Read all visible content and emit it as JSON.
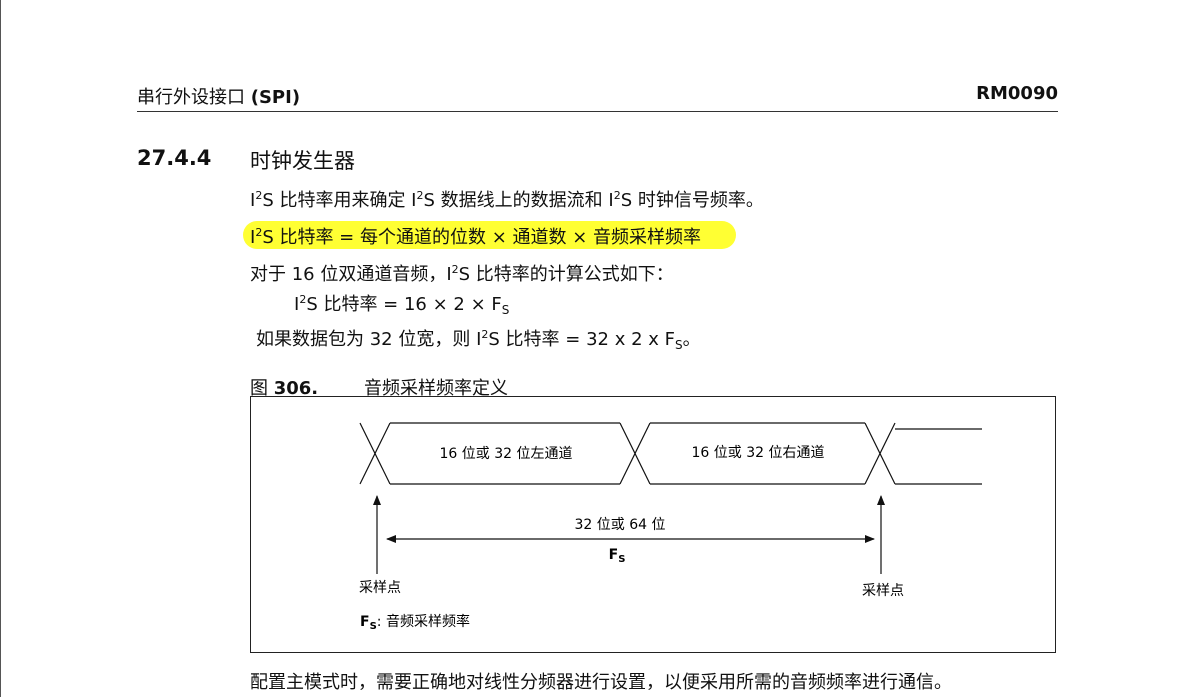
{
  "header": {
    "left_title": "串行外设接口",
    "left_abbr": "(SPI)",
    "right_doc": "RM0090"
  },
  "section": {
    "number": "27.4.4",
    "title": "时钟发生器"
  },
  "body": {
    "line1": {
      "pre": "I",
      "sup": "2",
      "post": "S 比特率用来确定 I",
      "sup2": "2",
      "post2": "S 数据线上的数据流和 I",
      "sup3": "2",
      "post3": "S 时钟信号频率。"
    },
    "line2": {
      "pre": "I",
      "sup": "2",
      "post": "S 比特率 = 每个通道的位数 × 通道数 × 音频采样频率"
    },
    "line3": {
      "pre": "对于 16 位双通道音频，I",
      "sup": "2",
      "post": "S 比特率的计算公式如下："
    },
    "line4": {
      "pre": "I",
      "sup": "2",
      "post": "S 比特率 = 16 × 2 × F",
      "sub": "S"
    },
    "line5": {
      "pre": "如果数据包为 32 位宽，则 I",
      "sup": "2",
      "post": "S 比特率 = 32 x 2 x F",
      "sub": "S",
      "tail": "。"
    },
    "last_line": "配置主模式时，需要正确地对线性分频器进行设置，以便采用所需的音频频率进行通信。"
  },
  "figure": {
    "label_prefix": "图",
    "label_number": "306.",
    "title": "音频采样频率定义",
    "left_channel": "16 位或 32 位左通道",
    "right_channel": "16 位或 32 位右通道",
    "span_label": "32 位或 64 位",
    "fs_main": "F",
    "fs_sub": "S",
    "sample_point_left": "采样点",
    "sample_point_right": "采样点",
    "legend_main": "F",
    "legend_sub": "S",
    "legend_text": ": 音频采样频率"
  },
  "colors": {
    "highlight": "#ffff33",
    "text": "#111111"
  }
}
